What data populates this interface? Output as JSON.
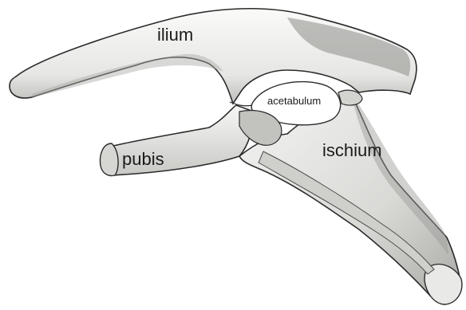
{
  "labels": {
    "ilium": "ilium",
    "acetabulum": "acetabulum",
    "pubis": "pubis",
    "ischium": "ischium"
  },
  "colors": {
    "bone_fill": "#f1f1f0",
    "bone_shade": "#b9b9b6",
    "bone_dark": "#6f6f6c",
    "outline": "#2b2b2b",
    "label_text": "#1a1a1a"
  }
}
